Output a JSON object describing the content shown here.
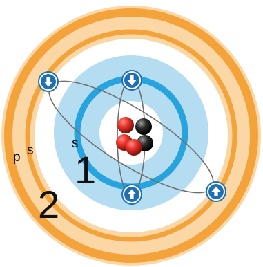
{
  "colors": {
    "outer_orange": "#f4a23a",
    "light_orange": "#fbd7a6",
    "white": "#ffffff",
    "light_blue": "#b5ddf2",
    "blue": "#27a4de",
    "proton": "#e8332a",
    "neutron": "#2b2b2b",
    "electron": "#1f6fb5"
  },
  "shells": {
    "inner": {
      "number_label": "1",
      "subshell_label": "s"
    },
    "outer": {
      "number_label": "2",
      "subshell_labels": [
        "p",
        "s"
      ]
    }
  },
  "electrons": {
    "inner_top": "spin-down",
    "inner_bottom": "spin-up",
    "outer_left": "spin-down",
    "outer_right": "spin-up"
  },
  "nucleus": {
    "protons": 3,
    "neutrons": 2
  }
}
